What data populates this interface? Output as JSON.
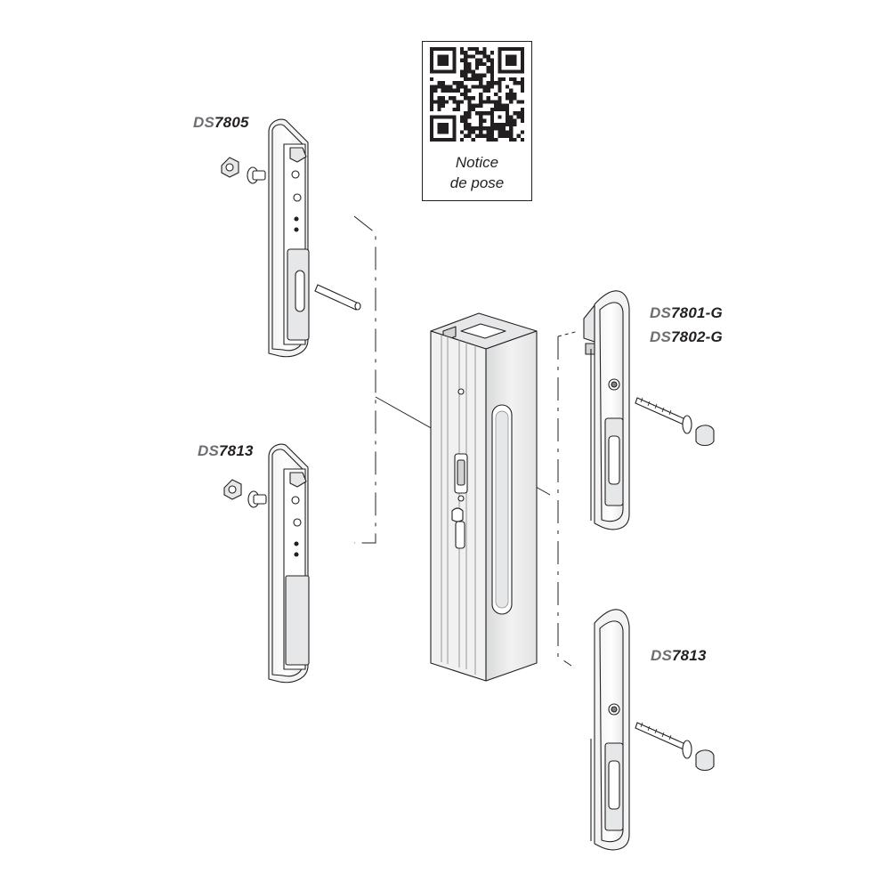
{
  "labels": [
    {
      "prefix": "DS",
      "number": "7805"
    },
    {
      "prefix": "DS",
      "number": "7813"
    },
    {
      "prefix": "DS",
      "number": "7801-G"
    },
    {
      "prefix": "DS",
      "number": "7802-G"
    },
    {
      "prefix": "DS",
      "number": "7813"
    }
  ],
  "qr": {
    "line1": "Notice",
    "line2": "de pose"
  },
  "colors": {
    "ink": "#231f20",
    "label_prefix": "#6d6e71",
    "part_fill": "#ffffff",
    "part_shade": "#e6e7e8",
    "dark_shade": "#808285"
  }
}
